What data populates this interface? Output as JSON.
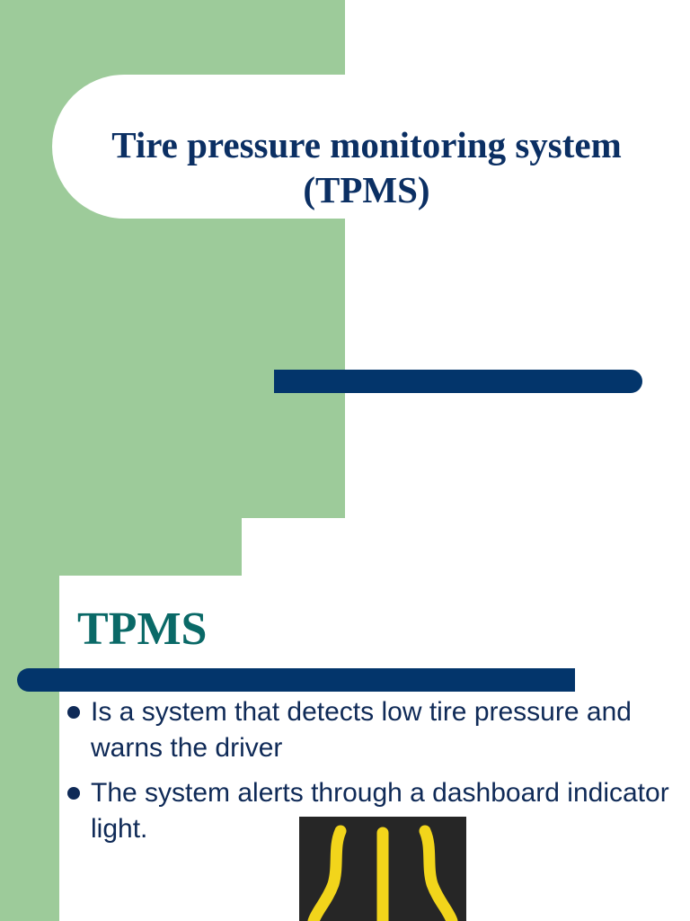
{
  "slide1": {
    "title_line1": "Tire pressure monitoring system",
    "title_line2": "(TPMS)"
  },
  "slide2": {
    "heading": "TPMS",
    "bullets": [
      {
        "text": "Is a system that detects low tire pressure and warns the driver"
      },
      {
        "text": "The system alerts through a dashboard indicator light."
      }
    ]
  },
  "colors": {
    "green": "#9dcb9a",
    "navy": "#03356b",
    "teal": "#0a6967",
    "indicator_yellow": "#f2d51b"
  },
  "icons": [
    "tpms-indicator-icon",
    "bullet-dot-icon"
  ]
}
